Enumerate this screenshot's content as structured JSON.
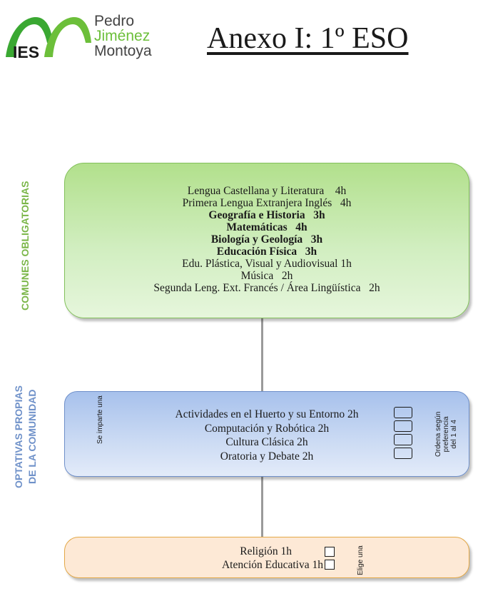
{
  "logo": {
    "ies": "IES",
    "line1": "Pedro",
    "line2": "Jiménez",
    "line3": "Montoya",
    "colors": {
      "green": "#6cbf3a",
      "dark": "#444444"
    }
  },
  "title": "Anexo I: 1º ESO",
  "comunes": {
    "label": "COMUNES OBLIGATORIAS",
    "items": [
      "Lengua Castellana y Literatura    4h",
      "Primera Lengua Extranjera Inglés   4h",
      "Geografía e Historia   3h",
      "Matemáticas   4h",
      "Biología y Geología   3h",
      "Educación Física   3h",
      "Edu. Plástica, Visual y Audiovisual 1h",
      "Música   2h",
      "Segunda Leng. Ext. Francés / Área Lingüística   2h"
    ]
  },
  "optativas": {
    "label_line1": "OPTATIVAS PROPIAS",
    "label_line2": "DE LA COMUNIDAD",
    "note_left": "Se imparte una",
    "note_right_1": "Ordena según",
    "note_right_2": "preferencia",
    "note_right_3": "del 1 al 4",
    "items": [
      "Actividades en el Huerto y su Entorno 2h",
      "Computación y Robótica 2h",
      "Cultura Clásica 2h",
      "Oratoria y Debate 2h"
    ]
  },
  "religion": {
    "note": "Elige una",
    "items": [
      "Religión 1h",
      "Atención Educativa 1h"
    ]
  },
  "colors": {
    "green_border": "#82c05a",
    "blue_border": "#6e8fc9",
    "orange_border": "#e3a847"
  }
}
